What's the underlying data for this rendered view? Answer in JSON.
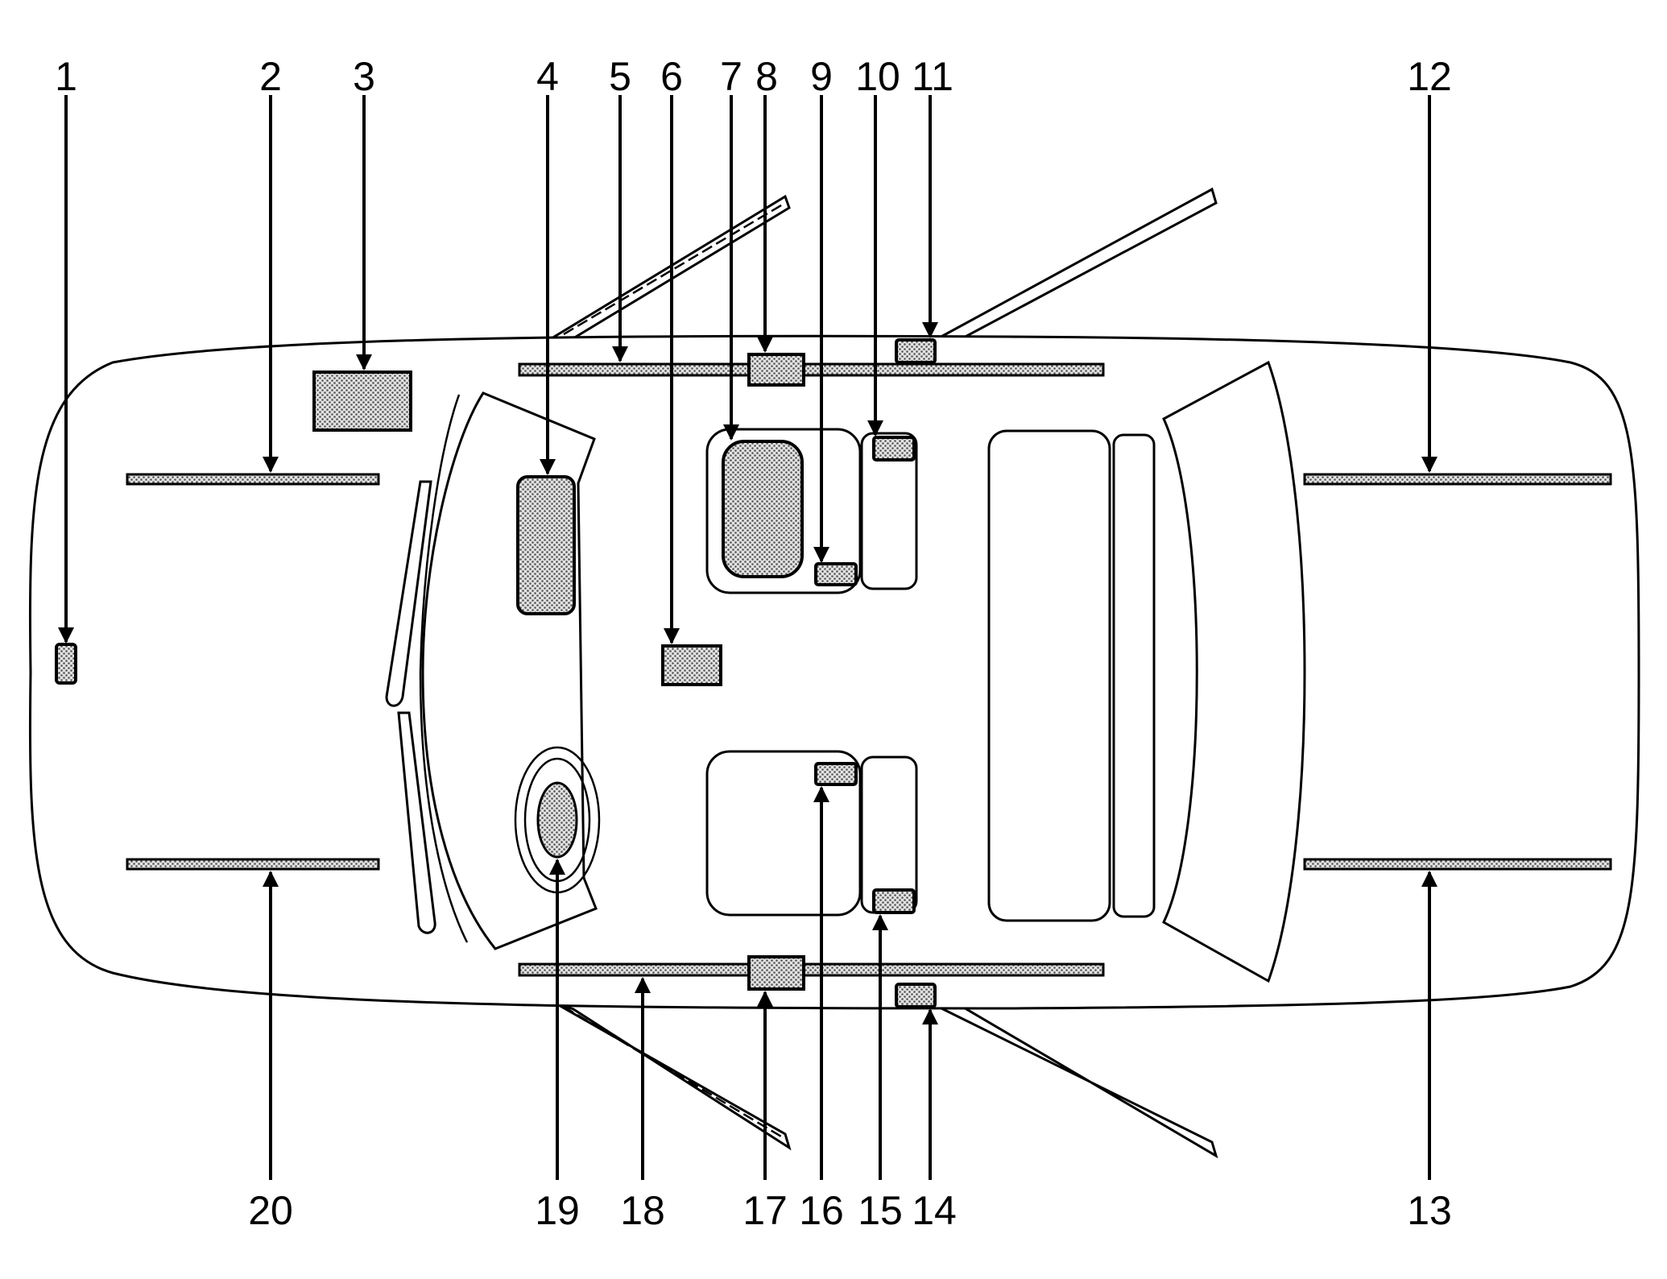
{
  "callouts": [
    "1",
    "2",
    "3",
    "4",
    "5",
    "6",
    "7",
    "8",
    "9",
    "10",
    "11",
    "12",
    "13",
    "14",
    "15",
    "16",
    "17",
    "18",
    "19",
    "20"
  ],
  "colors": {
    "component_fill": "#c9c9c9",
    "line": "#000000",
    "background": "#ffffff"
  }
}
